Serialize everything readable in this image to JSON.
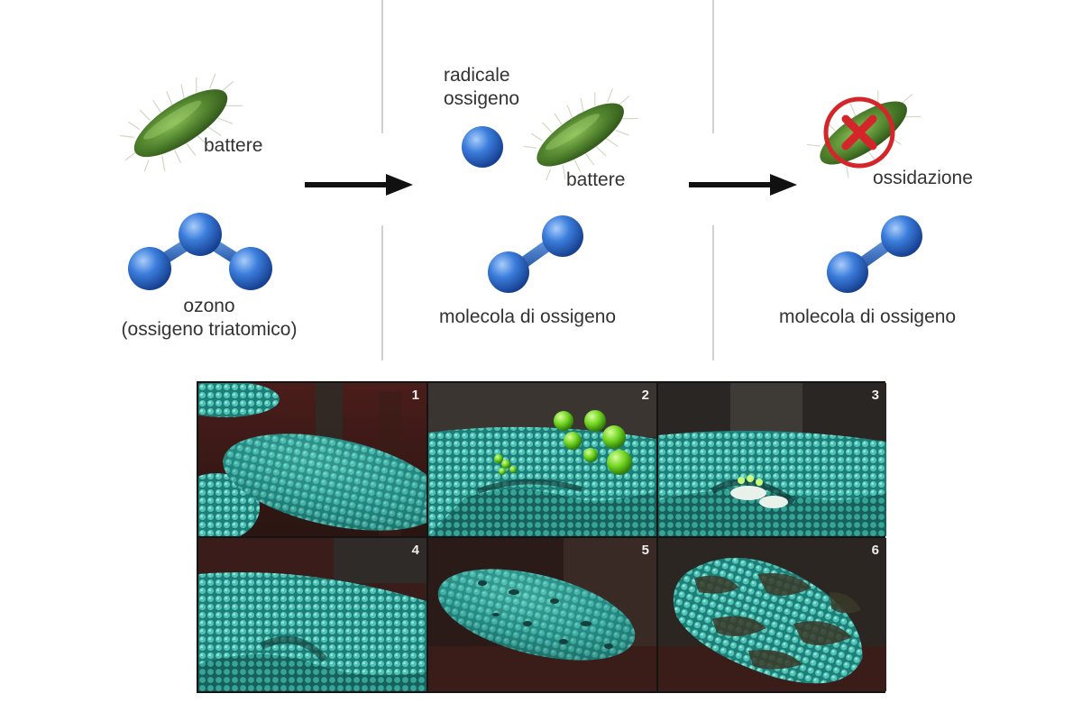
{
  "column1": {
    "bacteria_label": "battere",
    "ozone_label": "ozono",
    "ozone_sublabel": "(ossigeno triatomico)"
  },
  "column2": {
    "radical_label_line1": "radicale",
    "radical_label_line2": "ossigeno",
    "bacteria_label": "battere",
    "molecule_label": "molecola di ossigeno"
  },
  "column3": {
    "oxidation_label": "ossidazione",
    "molecule_label": "molecola di ossigeno"
  },
  "panels": [
    {
      "number": "1"
    },
    {
      "number": "2"
    },
    {
      "number": "3"
    },
    {
      "number": "4"
    },
    {
      "number": "5"
    },
    {
      "number": "6"
    }
  ],
  "colors": {
    "atom_blue": "#2f6fd0",
    "bacteria_green": "#4d7d2c",
    "cell_teal": "#2fa39a",
    "oxidation_red": "#d4262a",
    "arrow": "#111111"
  }
}
